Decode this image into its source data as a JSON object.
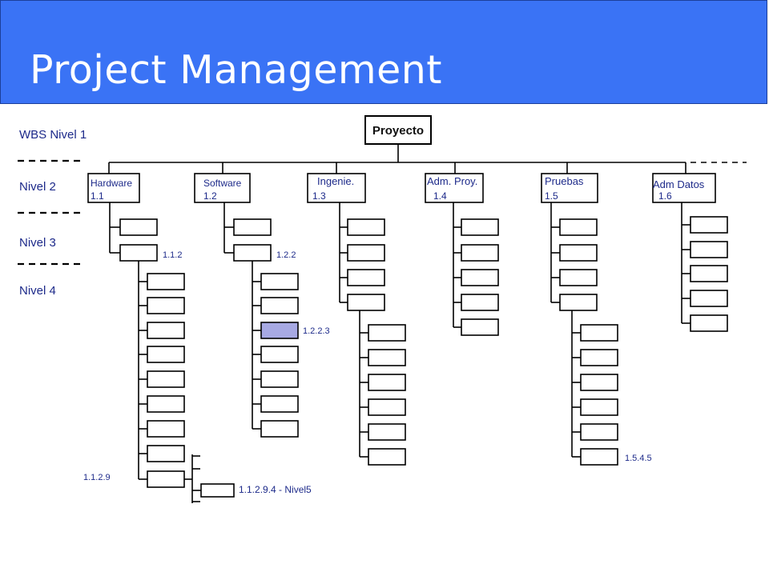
{
  "header": {
    "title": "Project Management",
    "bg_color": "#3a73f5",
    "text_color": "#ffffff"
  },
  "levels": [
    "WBS Nivel 1",
    "Nivel 2",
    "Nivel 3",
    "Nivel 4"
  ],
  "wbs": {
    "root": "Proyecto",
    "branches": [
      {
        "name": "Hardware",
        "code": "1.1",
        "level3_label": "1.1.2"
      },
      {
        "name": "Software",
        "code": "1.2",
        "level3_label": "1.2.2",
        "level4_highlight": "1.2.2.3"
      },
      {
        "name": "Ingenie.",
        "code": "1.3"
      },
      {
        "name": "Adm. Proy.",
        "code": "1.4"
      },
      {
        "name": "Pruebas",
        "code": "1.5",
        "level4_label": "1.5.4.5"
      },
      {
        "name": "Adm Datos",
        "code": "1.6"
      }
    ],
    "extra_labels": {
      "l4_node": "1.1.2.9",
      "l5_node": "1.1.2.9.4 - Nivel5"
    },
    "colors": {
      "line": "#000000",
      "text": "#1d2a8a",
      "highlight": "#a7a9e3"
    }
  }
}
